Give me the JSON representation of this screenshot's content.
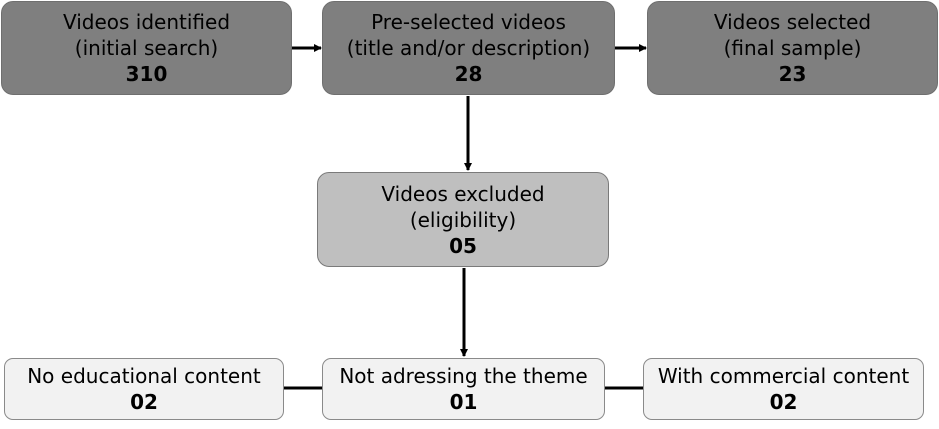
{
  "boxes": {
    "identified": {
      "line1": "Videos identified",
      "line2": "(initial search)",
      "count": "310"
    },
    "preselected": {
      "line1": "Pre-selected videos",
      "line2": "(title and/or description)",
      "count": "28"
    },
    "selected": {
      "line1": "Videos selected",
      "line2": "(final sample)",
      "count": "23"
    },
    "excluded": {
      "line1": "Videos excluded",
      "line2": "(eligibility)",
      "count": "05"
    },
    "no_educational": {
      "line1": "No educational content",
      "count": "02"
    },
    "not_addressing": {
      "line1": "Not adressing the theme",
      "count": "01"
    },
    "commercial": {
      "line1": "With commercial content",
      "count": "02"
    }
  },
  "colors": {
    "top_row_fill": "#7f7f7f",
    "excluded_fill": "#bfbfbf",
    "bottom_row_fill": "#f2f2f2",
    "connector": "#000000"
  }
}
